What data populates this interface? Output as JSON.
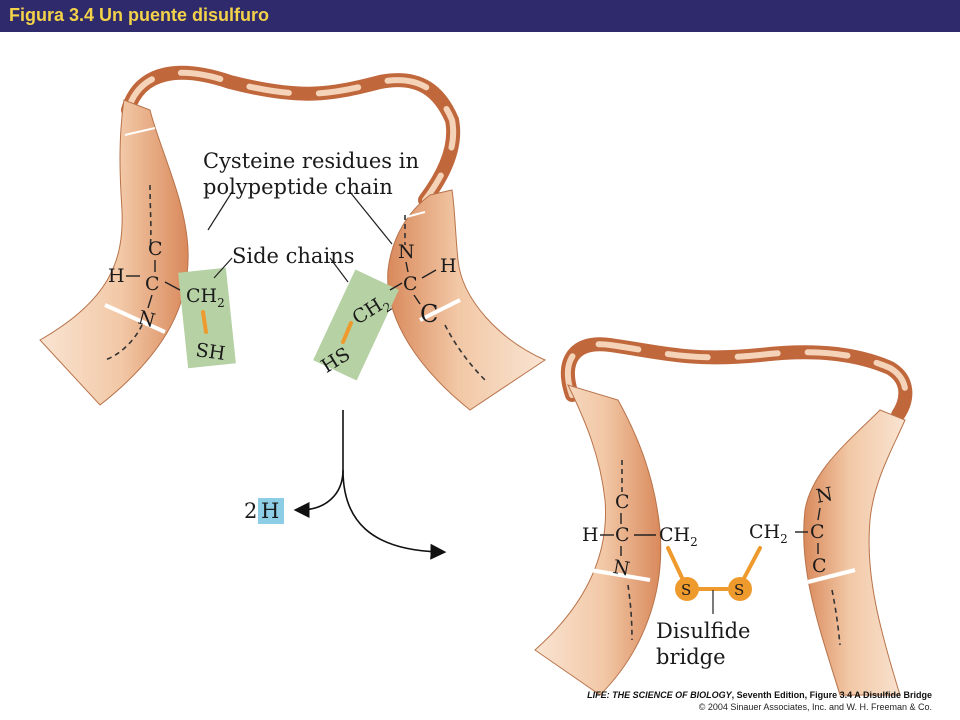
{
  "header": {
    "title": "Figura 3.4  Un puente disulfuro"
  },
  "labels": {
    "cysteine_line1": "Cysteine residues in",
    "cysteine_line2": "polypeptide chain",
    "side_chains": "Side chains",
    "disulfide_line1": "Disulfide",
    "disulfide_line2": "bridge",
    "two_h_coef": "2",
    "two_h_atom": "H"
  },
  "atoms": {
    "C": "C",
    "N": "N",
    "H": "H",
    "CH": "CH",
    "sub2": "2",
    "SH": "SH",
    "HS": "HS",
    "S": "S"
  },
  "credit": {
    "line1_italic": "LIFE: THE SCIENCE OF BIOLOGY",
    "line1_rest": ", Seventh Edition, Figure 3.4 A Disulfide Bridge",
    "line2": "© 2004 Sinauer Associates, Inc. and W. H. Freeman & Co."
  },
  "colors": {
    "title_bg": "#2e2a6b",
    "title_fg": "#f3d24a",
    "ribbon_light": "#f4d3b8",
    "ribbon_dark": "#c0673c",
    "side_box": "#b6d1a4",
    "bond_orange": "#ee9a2d",
    "h_box": "#8ecde6"
  }
}
